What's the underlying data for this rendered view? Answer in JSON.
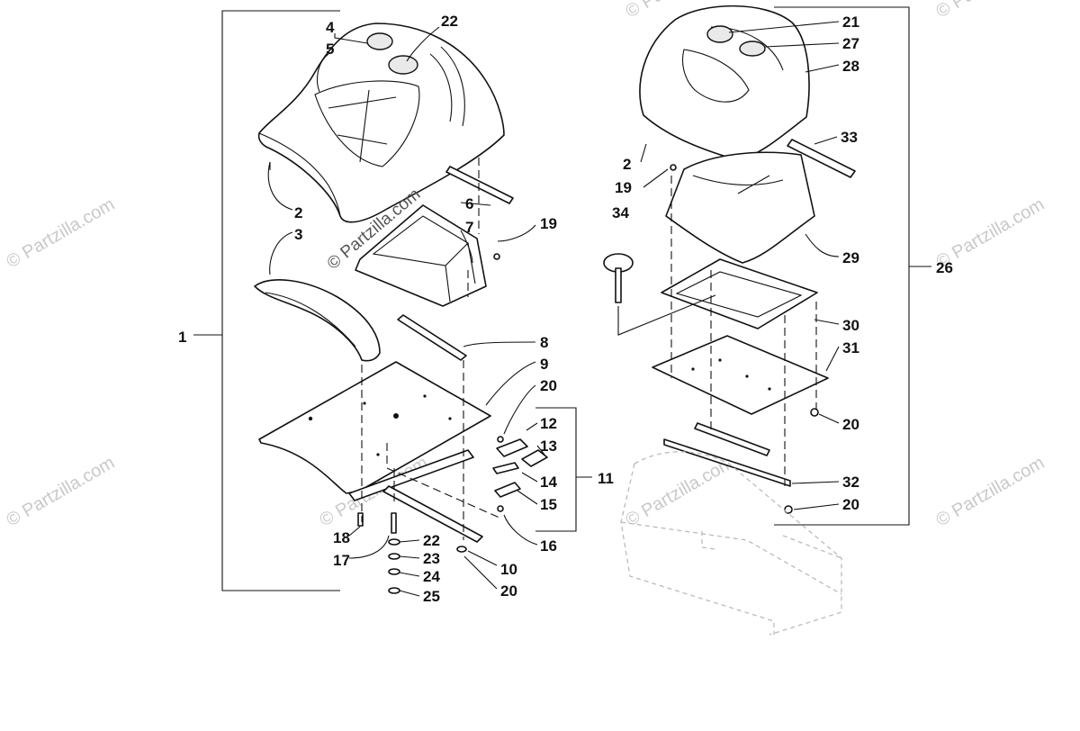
{
  "callouts": {
    "c1": "1",
    "c2a": "2",
    "c2b": "2",
    "c3": "3",
    "c4": "4",
    "c5": "5",
    "c6": "6",
    "c7": "7",
    "c8": "8",
    "c9": "9",
    "c10": "10",
    "c11": "11",
    "c12": "12",
    "c13": "13",
    "c14": "14",
    "c15": "15",
    "c16": "16",
    "c17": "17",
    "c18": "18",
    "c19a": "19",
    "c19b": "19",
    "c20a": "20",
    "c20b": "20",
    "c20c": "20",
    "c20d": "20",
    "c21": "21",
    "c22a": "22",
    "c22b": "22",
    "c23": "23",
    "c24": "24",
    "c25": "25",
    "c26": "26",
    "c27": "27",
    "c28": "28",
    "c29": "29",
    "c30": "30",
    "c31": "31",
    "c32": "32",
    "c33": "33",
    "c34": "34"
  },
  "watermarks": {
    "main": "© Partzilla.com",
    "tile": "© Partzilla.com"
  }
}
